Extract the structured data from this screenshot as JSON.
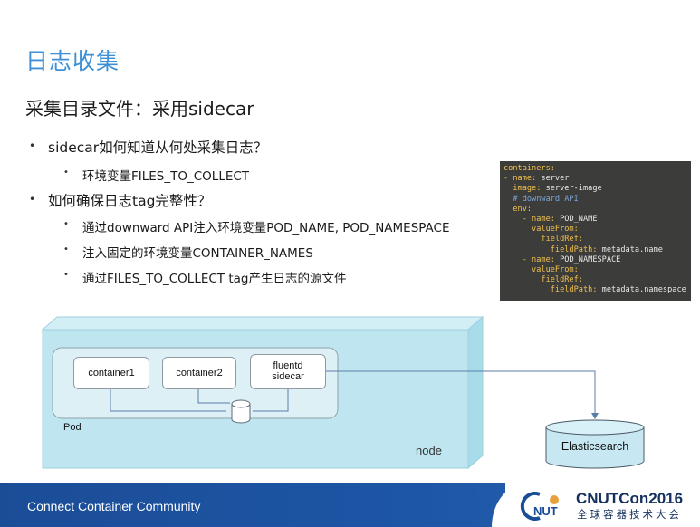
{
  "title": "日志收集",
  "subtitle": "采集目录文件：采用sidecar",
  "bullets": [
    {
      "text": "sidecar如何知道从何处采集日志？",
      "children": [
        "环境变量FILES_TO_COLLECT"
      ]
    },
    {
      "text": "如何确保日志tag完整性？",
      "children": [
        "通过downward API注入环境变量POD_NAME, POD_NAMESPACE",
        "注入固定的环境变量CONTAINER_NAMES",
        "通过FILES_TO_COLLECT tag产生日志的源文件"
      ]
    }
  ],
  "code": {
    "lines": [
      {
        "k": "containers:",
        "v": ""
      },
      {
        "k": "- name:",
        "v": " server"
      },
      {
        "k": "  image:",
        "v": " server-image"
      },
      {
        "k": "  # downward API",
        "v": "",
        "comment": true
      },
      {
        "k": "  env:",
        "v": ""
      },
      {
        "k": "    - name:",
        "v": " POD_NAME"
      },
      {
        "k": "      valueFrom:",
        "v": ""
      },
      {
        "k": "        fieldRef:",
        "v": ""
      },
      {
        "k": "          fieldPath:",
        "v": " metadata.name"
      },
      {
        "k": "    - name:",
        "v": " POD_NAMESPACE"
      },
      {
        "k": "      valueFrom:",
        "v": ""
      },
      {
        "k": "        fieldRef:",
        "v": ""
      },
      {
        "k": "          fieldPath:",
        "v": " metadata.namespace"
      }
    ]
  },
  "diagram": {
    "container1": "container1",
    "container2": "container2",
    "fluentd_line1": "fluentd",
    "fluentd_line2": "sidecar",
    "pod": "Pod",
    "node": "node",
    "elasticsearch": "Elasticsearch"
  },
  "footer": {
    "text": "Connect Container Community",
    "logo_main": "CNUTCon2016",
    "logo_sub": "全球容器技术大会",
    "logo_mark": "NUT"
  },
  "colors": {
    "title": "#3d8fd6",
    "footer": "#1b4d97",
    "node_fill": "#bfe6f0",
    "node_side": "#a8dcea",
    "es_fill": "#c7e8f2"
  }
}
